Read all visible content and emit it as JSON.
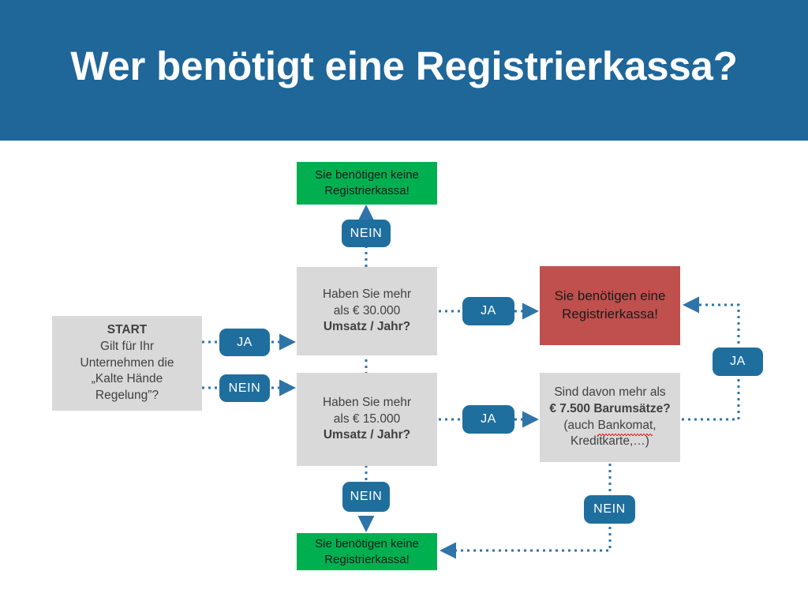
{
  "header": {
    "title": "Wer benötigt eine Registrierkassa?",
    "background_color": "#1F6699",
    "text_color": "#FFFFFF"
  },
  "palette": {
    "header_blue": "#1F6699",
    "pill_blue": "#1F6F9E",
    "connector_blue": "#2E74A8",
    "node_grey": "#D9D9D9",
    "node_green": "#00B050",
    "node_red": "#C0504D",
    "grey_text": "#404040"
  },
  "nodes": {
    "start": {
      "id": "start",
      "type": "grey",
      "lines": [
        {
          "text": "START",
          "bold": true
        },
        {
          "text": "Gilt für Ihr",
          "bold": false
        },
        {
          "text": "Unternehmen die",
          "bold": false
        },
        {
          "text": "„Kalte Hände",
          "bold": false
        },
        {
          "text": "Regelung”?",
          "bold": false
        }
      ]
    },
    "q_umsatz_30000": {
      "id": "q-umsatz-30000",
      "type": "grey",
      "lines": [
        {
          "text": "Haben Sie mehr",
          "bold": false
        },
        {
          "text": "als € 30.000",
          "bold": false
        },
        {
          "text": "Umsatz / Jahr?",
          "bold": true
        }
      ]
    },
    "q_umsatz_15000": {
      "id": "q-umsatz-15000",
      "type": "grey",
      "lines": [
        {
          "text": "Haben Sie mehr",
          "bold": false
        },
        {
          "text": "als € 15.000",
          "bold": false
        },
        {
          "text": "Umsatz / Jahr?",
          "bold": true
        }
      ]
    },
    "q_barumsaetze": {
      "id": "q-barumsaetze",
      "type": "grey",
      "lines": [
        {
          "text": "Sind davon mehr als",
          "bold": false
        },
        {
          "text": "€ 7.500 Barumsätze?",
          "bold": true
        },
        {
          "text": "(auch Bankomat,",
          "bold": false
        },
        {
          "text": "Kreditkarte,…)",
          "bold": false
        }
      ],
      "spellcheck_word": "Bankomat"
    },
    "result_no_top": {
      "id": "result-no-register-top",
      "type": "green",
      "lines": [
        {
          "text": "Sie benötigen keine",
          "bold": false
        },
        {
          "text": "Registrierkassa!",
          "bold": false
        }
      ]
    },
    "result_no_bottom": {
      "id": "result-no-register-bottom",
      "type": "green",
      "lines": [
        {
          "text": "Sie benötigen keine",
          "bold": false
        },
        {
          "text": "Registrierkassa!",
          "bold": false
        }
      ]
    },
    "result_yes": {
      "id": "result-needs-register",
      "type": "red",
      "lines": [
        {
          "text": "Sie benötigen eine",
          "bold": false
        },
        {
          "text": "Registrierkassa!",
          "bold": false
        }
      ]
    }
  },
  "edge_labels": {
    "start_ja": "JA",
    "start_nein": "NEIN",
    "q30000_nein": "NEIN",
    "q30000_ja": "JA",
    "q15000_ja": "JA",
    "q15000_nein": "NEIN",
    "barumsaetze_ja": "JA",
    "barumsaetze_nein": "NEIN"
  },
  "flow": {
    "type": "decision-flowchart",
    "edges": [
      {
        "from": "start",
        "label": "JA",
        "to": "q_umsatz_30000"
      },
      {
        "from": "start",
        "label": "NEIN",
        "to": "q_umsatz_15000"
      },
      {
        "from": "q_umsatz_30000",
        "label": "NEIN",
        "to": "result_no_top"
      },
      {
        "from": "q_umsatz_30000",
        "label": "JA",
        "to": "result_yes"
      },
      {
        "from": "q_umsatz_15000",
        "label": "JA",
        "to": "q_barumsaetze"
      },
      {
        "from": "q_umsatz_15000",
        "label": "NEIN",
        "to": "result_no_bottom"
      },
      {
        "from": "q_barumsaetze",
        "label": "JA",
        "to": "result_yes"
      },
      {
        "from": "q_barumsaetze",
        "label": "NEIN",
        "to": "result_no_bottom"
      }
    ]
  }
}
